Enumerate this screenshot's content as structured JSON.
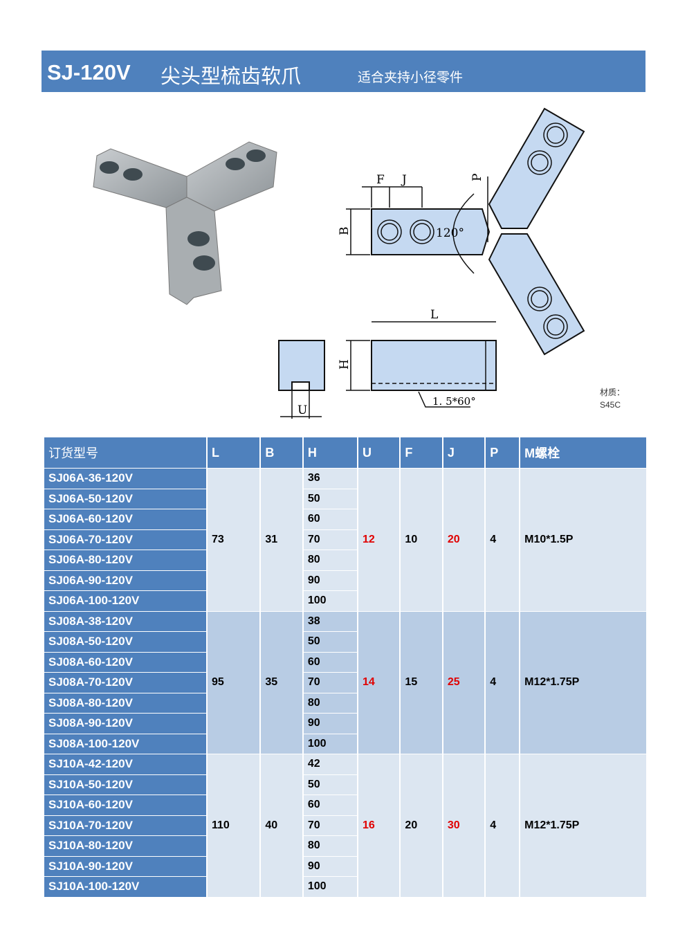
{
  "header": {
    "code": "SJ-120V",
    "name": "尖头型梳齿软爪",
    "subtitle": "适合夹持小径零件"
  },
  "drawing": {
    "labels": {
      "F": "F",
      "J": "J",
      "P": "P",
      "B": "B",
      "angle": "120°",
      "L": "L",
      "H": "H",
      "U": "U",
      "serration": "1. 5*60°"
    }
  },
  "material": {
    "label": "材质：",
    "value": "S45C"
  },
  "table": {
    "headers": [
      "订货型号",
      "L",
      "B",
      "H",
      "U",
      "F",
      "J",
      "P",
      "M螺栓"
    ],
    "groups": [
      {
        "models": [
          "SJ06A-36-120V",
          "SJ06A-50-120V",
          "SJ06A-60-120V",
          "SJ06A-70-120V",
          "SJ06A-80-120V",
          "SJ06A-90-120V",
          "SJ06A-100-120V"
        ],
        "H": [
          "36",
          "50",
          "60",
          "70",
          "80",
          "90",
          "100"
        ],
        "L": "73",
        "B": "31",
        "U": "12",
        "F": "10",
        "J": "20",
        "P": "4",
        "M": "M10*1.5P"
      },
      {
        "models": [
          "SJ08A-38-120V",
          "SJ08A-50-120V",
          "SJ08A-60-120V",
          "SJ08A-70-120V",
          "SJ08A-80-120V",
          "SJ08A-90-120V",
          "SJ08A-100-120V"
        ],
        "H": [
          "38",
          "50",
          "60",
          "70",
          "80",
          "90",
          "100"
        ],
        "L": "95",
        "B": "35",
        "U": "14",
        "F": "15",
        "J": "25",
        "P": "4",
        "M": "M12*1.75P"
      },
      {
        "models": [
          "SJ10A-42-120V",
          "SJ10A-50-120V",
          "SJ10A-60-120V",
          "SJ10A-70-120V",
          "SJ10A-80-120V",
          "SJ10A-90-120V",
          "SJ10A-100-120V"
        ],
        "H": [
          "42",
          "50",
          "60",
          "70",
          "80",
          "90",
          "100"
        ],
        "L": "110",
        "B": "40",
        "U": "16",
        "F": "20",
        "J": "30",
        "P": "4",
        "M": "M12*1.75P"
      }
    ]
  }
}
